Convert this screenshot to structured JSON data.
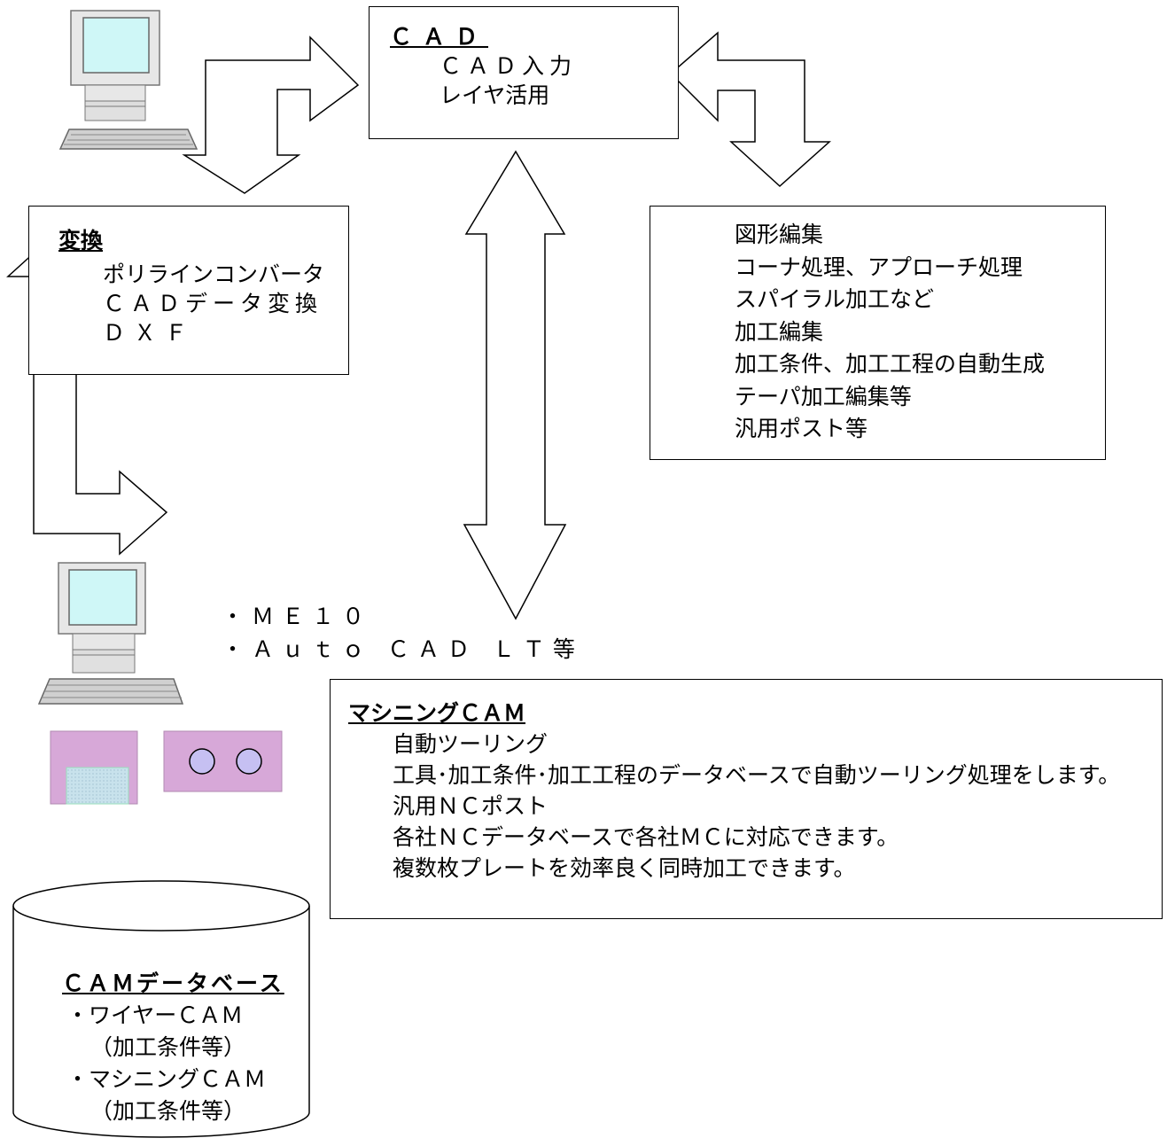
{
  "cad": {
    "title": "ＣＡＤ",
    "items": [
      "ＣＡＤ入力",
      "レイヤ活用"
    ]
  },
  "convert": {
    "title": "変換",
    "items": [
      "ポリラインコンバータ",
      "ＣＡＤデータ変換",
      "ＤＸＦ"
    ]
  },
  "edit": {
    "items": [
      "図形編集",
      "コーナ処理、アプローチ処理",
      "スパイラル加工など",
      "加工編集",
      "加工条件、加工工程の自動生成",
      "テーパ加工編集等",
      "汎用ポスト等"
    ]
  },
  "software": {
    "items": [
      "・ＭＥ１０",
      "・Ａｕｔｏ ＣＡＤ ＬＴ等"
    ]
  },
  "machining": {
    "title": "マシニングＣＡＭ",
    "items": [
      "自動ツーリング",
      "工具･加工条件･加工工程のデータベースで自動ツーリング処理をします。",
      "汎用ＮＣポスト",
      "各社ＮＣデータベースで各社ＭＣに対応できます。",
      "複数枚プレートを効率良く同時加工できます。"
    ]
  },
  "database": {
    "title": "ＣＡＭデータベース",
    "items": [
      "・ワイヤーＣＡＭ",
      "（加工条件等）",
      "・マシニングＣＡＭ",
      "（加工条件等）"
    ]
  },
  "icons": [
    "computer-icon",
    "floppy-disk-icon",
    "tape-cassette-icon",
    "database-cylinder-icon",
    "arrow-icon"
  ],
  "colors": {
    "screen": "#cff7f7",
    "media": "#d7a8d8",
    "media_label": "#c8e2ec",
    "reels": "#c6c0f2",
    "monitor_body": "#e7e7e7"
  }
}
